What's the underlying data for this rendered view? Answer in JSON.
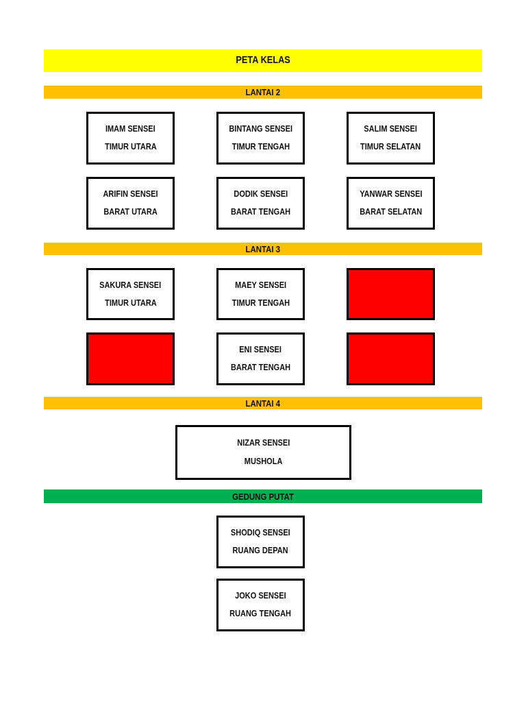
{
  "title_bar": {
    "label": "PETA KELAS",
    "bg": "#FFFF00"
  },
  "colors": {
    "title_bar": "#FFFF00",
    "floor_bar": "#FFC000",
    "building_bar": "#00B050",
    "empty_room": "#FF0000",
    "box_border": "#000000",
    "text": "#111111",
    "page_bg": "#FFFFFF"
  },
  "floors": [
    {
      "label": "LANTAI 2",
      "bar_color": "#FFC000",
      "rooms": [
        {
          "teacher": "IMAM SENSEI",
          "location": "TIMUR UTARA"
        },
        {
          "teacher": "BINTANG SENSEI",
          "location": "TIMUR TENGAH"
        },
        {
          "teacher": "SALIM SENSEI",
          "location": "TIMUR SELATAN"
        },
        {
          "teacher": "ARIFIN SENSEI",
          "location": "BARAT UTARA"
        },
        {
          "teacher": "DODIK SENSEI",
          "location": "BARAT TENGAH"
        },
        {
          "teacher": "YANWAR SENSEI",
          "location": "BARAT SELATAN"
        }
      ]
    },
    {
      "label": "LANTAI 3",
      "bar_color": "#FFC000",
      "rooms": [
        {
          "teacher": "SAKURA SENSEI",
          "location": "TIMUR UTARA"
        },
        {
          "teacher": "MAEY SENSEI",
          "location": "TIMUR TENGAH"
        },
        {
          "empty": true,
          "fill": "#FF0000"
        },
        {
          "empty": true,
          "fill": "#FF0000"
        },
        {
          "teacher": "ENI SENSEI",
          "location": "BARAT TENGAH"
        },
        {
          "empty": true,
          "fill": "#FF0000"
        }
      ]
    },
    {
      "label": "LANTAI 4",
      "bar_color": "#FFC000",
      "rooms": [
        {
          "teacher": "NIZAR SENSEI",
          "location": "MUSHOLA"
        }
      ]
    },
    {
      "label": "GEDUNG PUTAT",
      "bar_color": "#00B050",
      "rooms": [
        {
          "teacher": "SHODIQ SENSEI",
          "location": "RUANG DEPAN"
        },
        {
          "teacher": "JOKO SENSEI",
          "location": "RUANG TENGAH"
        }
      ]
    }
  ]
}
